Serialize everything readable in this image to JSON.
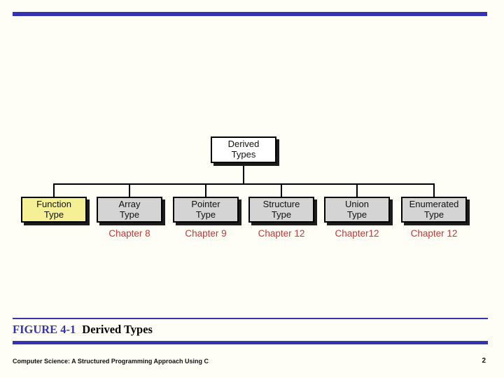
{
  "colors": {
    "accent_blue": "#3434b3",
    "chapter_red": "#c63434",
    "node_yellow": "#f5f095",
    "node_gray": "#d4d4d4",
    "node_white": "#ffffff"
  },
  "diagram": {
    "root": {
      "line1": "Derived",
      "line2": "Types"
    },
    "children": [
      {
        "line1": "Function",
        "line2": "Type",
        "chapter": ""
      },
      {
        "line1": "Array",
        "line2": "Type",
        "chapter": "Chapter 8"
      },
      {
        "line1": "Pointer",
        "line2": "Type",
        "chapter": "Chapter 9"
      },
      {
        "line1": "Structure",
        "line2": "Type",
        "chapter": "Chapter 12"
      },
      {
        "line1": "Union",
        "line2": "Type",
        "chapter": "Chapter12"
      },
      {
        "line1": "Enumerated",
        "line2": "Type",
        "chapter": "Chapter 12"
      }
    ]
  },
  "caption": {
    "figure_label": "FIGURE 4-1",
    "figure_title": "Derived Types"
  },
  "footer": {
    "book_title": "Computer Science: A Structured Programming Approach Using C",
    "page_number": "2"
  }
}
